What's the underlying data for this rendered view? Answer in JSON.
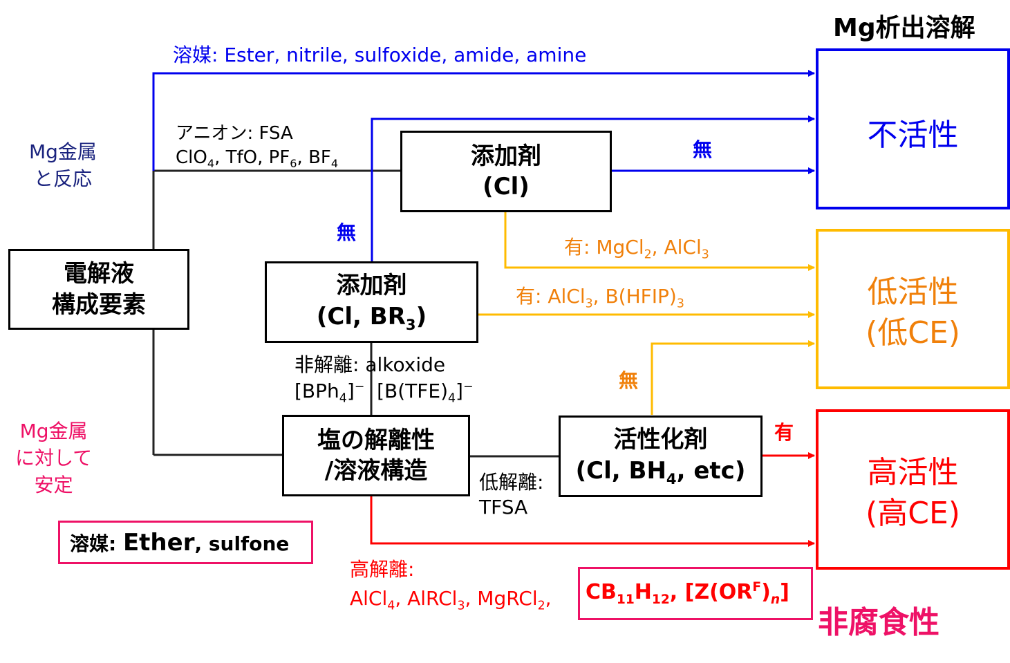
{
  "colors": {
    "blue": "#0000ee",
    "orange": "#f0800a",
    "red": "#ff0000",
    "pink": "#ee1166",
    "black": "#000000",
    "navy": "#1a237e",
    "yellow_box": "#ffbb00"
  },
  "title": "Mg析出溶解",
  "bottom_right_label": "非腐食性",
  "boxes": {
    "electrolyte": {
      "line1": "電解液",
      "line2": "構成要素"
    },
    "additive_top": {
      "line1": "添加剤",
      "line2": "(Cl)"
    },
    "additive_mid": {
      "line1": "添加剤",
      "line2_pre": "(Cl, BR",
      "line2_sub": "3",
      "line2_post": ")"
    },
    "salt": {
      "line1": "塩の解離性",
      "line2": "/溶液構造"
    },
    "activator": {
      "line1": "活性化剤",
      "line2_pre": "(Cl, BH",
      "line2_sub": "4",
      "line2_post": ", etc)"
    }
  },
  "results": {
    "inactive": {
      "line1": "不活性"
    },
    "low": {
      "line1": "低活性",
      "line2": "(低CE)"
    },
    "high": {
      "line1": "高活性",
      "line2": "(高CE)"
    }
  },
  "labels": {
    "solvent_top": "溶媒: Ester, nitrile, sulfoxide, amide, amine",
    "mg_react_1": "Mg金属",
    "mg_react_2": "と反応",
    "anion_1": "アニオン: FSA",
    "anion_2a": "ClO",
    "anion_2a_sub": "4",
    "anion_2b": ", TfO, PF",
    "anion_2b_sub": "6",
    "anion_2c": ", BF",
    "anion_2c_sub": "4",
    "none_right": "無",
    "none_left": "無",
    "yes_mgcl2_a": "有: MgCl",
    "yes_mgcl2_sub1": "2",
    "yes_mgcl2_b": ", AlCl",
    "yes_mgcl2_sub2": "3",
    "yes_alcl3_a": "有: AlCl",
    "yes_alcl3_sub1": "3",
    "yes_alcl3_b": ", B(HFIP)",
    "yes_alcl3_sub2": "3",
    "nondiss_1": "非解離: alkoxide",
    "nondiss_2a": "[BPh",
    "nondiss_2a_sub": "4",
    "nondiss_2a_sup": "]",
    "nondiss_2a_charge": "−",
    "nondiss_2b": "[B(TFE)",
    "nondiss_2b_sub": "4",
    "nondiss_2b_sup": "]",
    "nondiss_2b_charge": "−",
    "none_orange": "無",
    "yes_red": "有",
    "mg_stable_1": "Mg金属",
    "mg_stable_2": "に対して",
    "mg_stable_3": "安定",
    "lowdiss_1": "低解離:",
    "lowdiss_2": "TFSA",
    "solvent_bottom_a": "溶媒: ",
    "solvent_bottom_b": "Ether",
    "solvent_bottom_c": ", sulfone",
    "highdiss_1": "高解離:",
    "highdiss_2a": "AlCl",
    "highdiss_2a_sub": "4",
    "highdiss_2b": ", AlRCl",
    "highdiss_2b_sub": "3",
    "highdiss_2c": ", MgRCl",
    "highdiss_2c_sub": "2",
    "highdiss_2d": ",",
    "highlight_a": "CB",
    "highlight_a_sub1": "11",
    "highlight_b": "H",
    "highlight_b_sub": "12",
    "highlight_c": ", [Z(OR",
    "highlight_c_sup": "F",
    "highlight_d": ")",
    "highlight_d_sub": "n",
    "highlight_e": "]"
  }
}
